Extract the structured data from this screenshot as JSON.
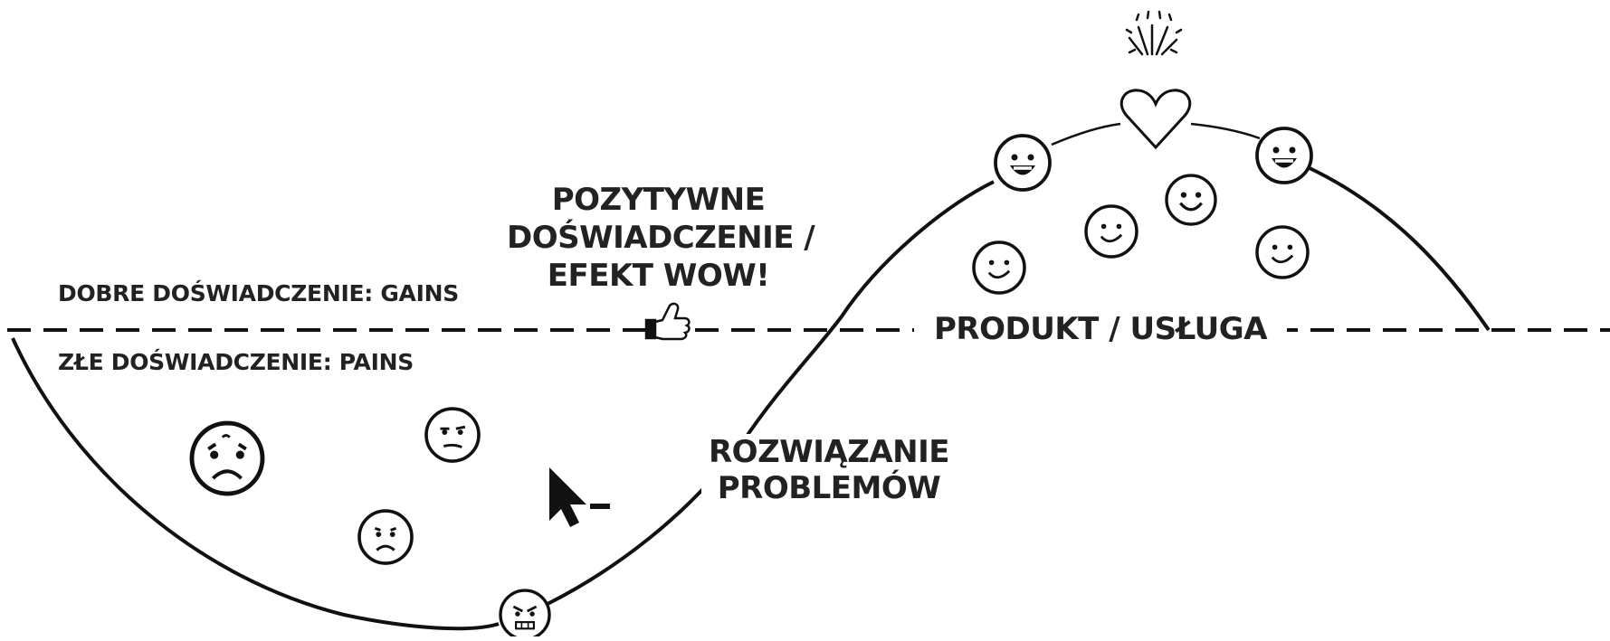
{
  "labels": {
    "good_experience": "DOBRE DOŚWIADCZENIE: GAINS",
    "bad_experience": "ZŁE DOŚWIADCZENIE: PAINS",
    "positive_line1": "POZYTYWNE",
    "positive_line2": "DOŚWIADCZENIE /",
    "positive_line3": "EFEKT WOW!",
    "product": "PRODUKT / USŁUGA",
    "solution_line1": "ROZWIĄZANIE",
    "solution_line2": "PROBLEMÓW"
  },
  "icons": {
    "cursor": "mouse-cursor-icon",
    "thumbs_up": "thumbs-up-icon",
    "heart": "heart-icon",
    "fireworks": "fireworks-icon",
    "faces": [
      "crying-face-icon",
      "smirk-face-icon",
      "tearful-face-icon",
      "angry-face-icon",
      "grin-face-icon",
      "smile-face-icon",
      "big-smile-face-icon"
    ]
  },
  "colors": {
    "line": "#111111",
    "text": "#222222",
    "background": "#ffffff"
  }
}
